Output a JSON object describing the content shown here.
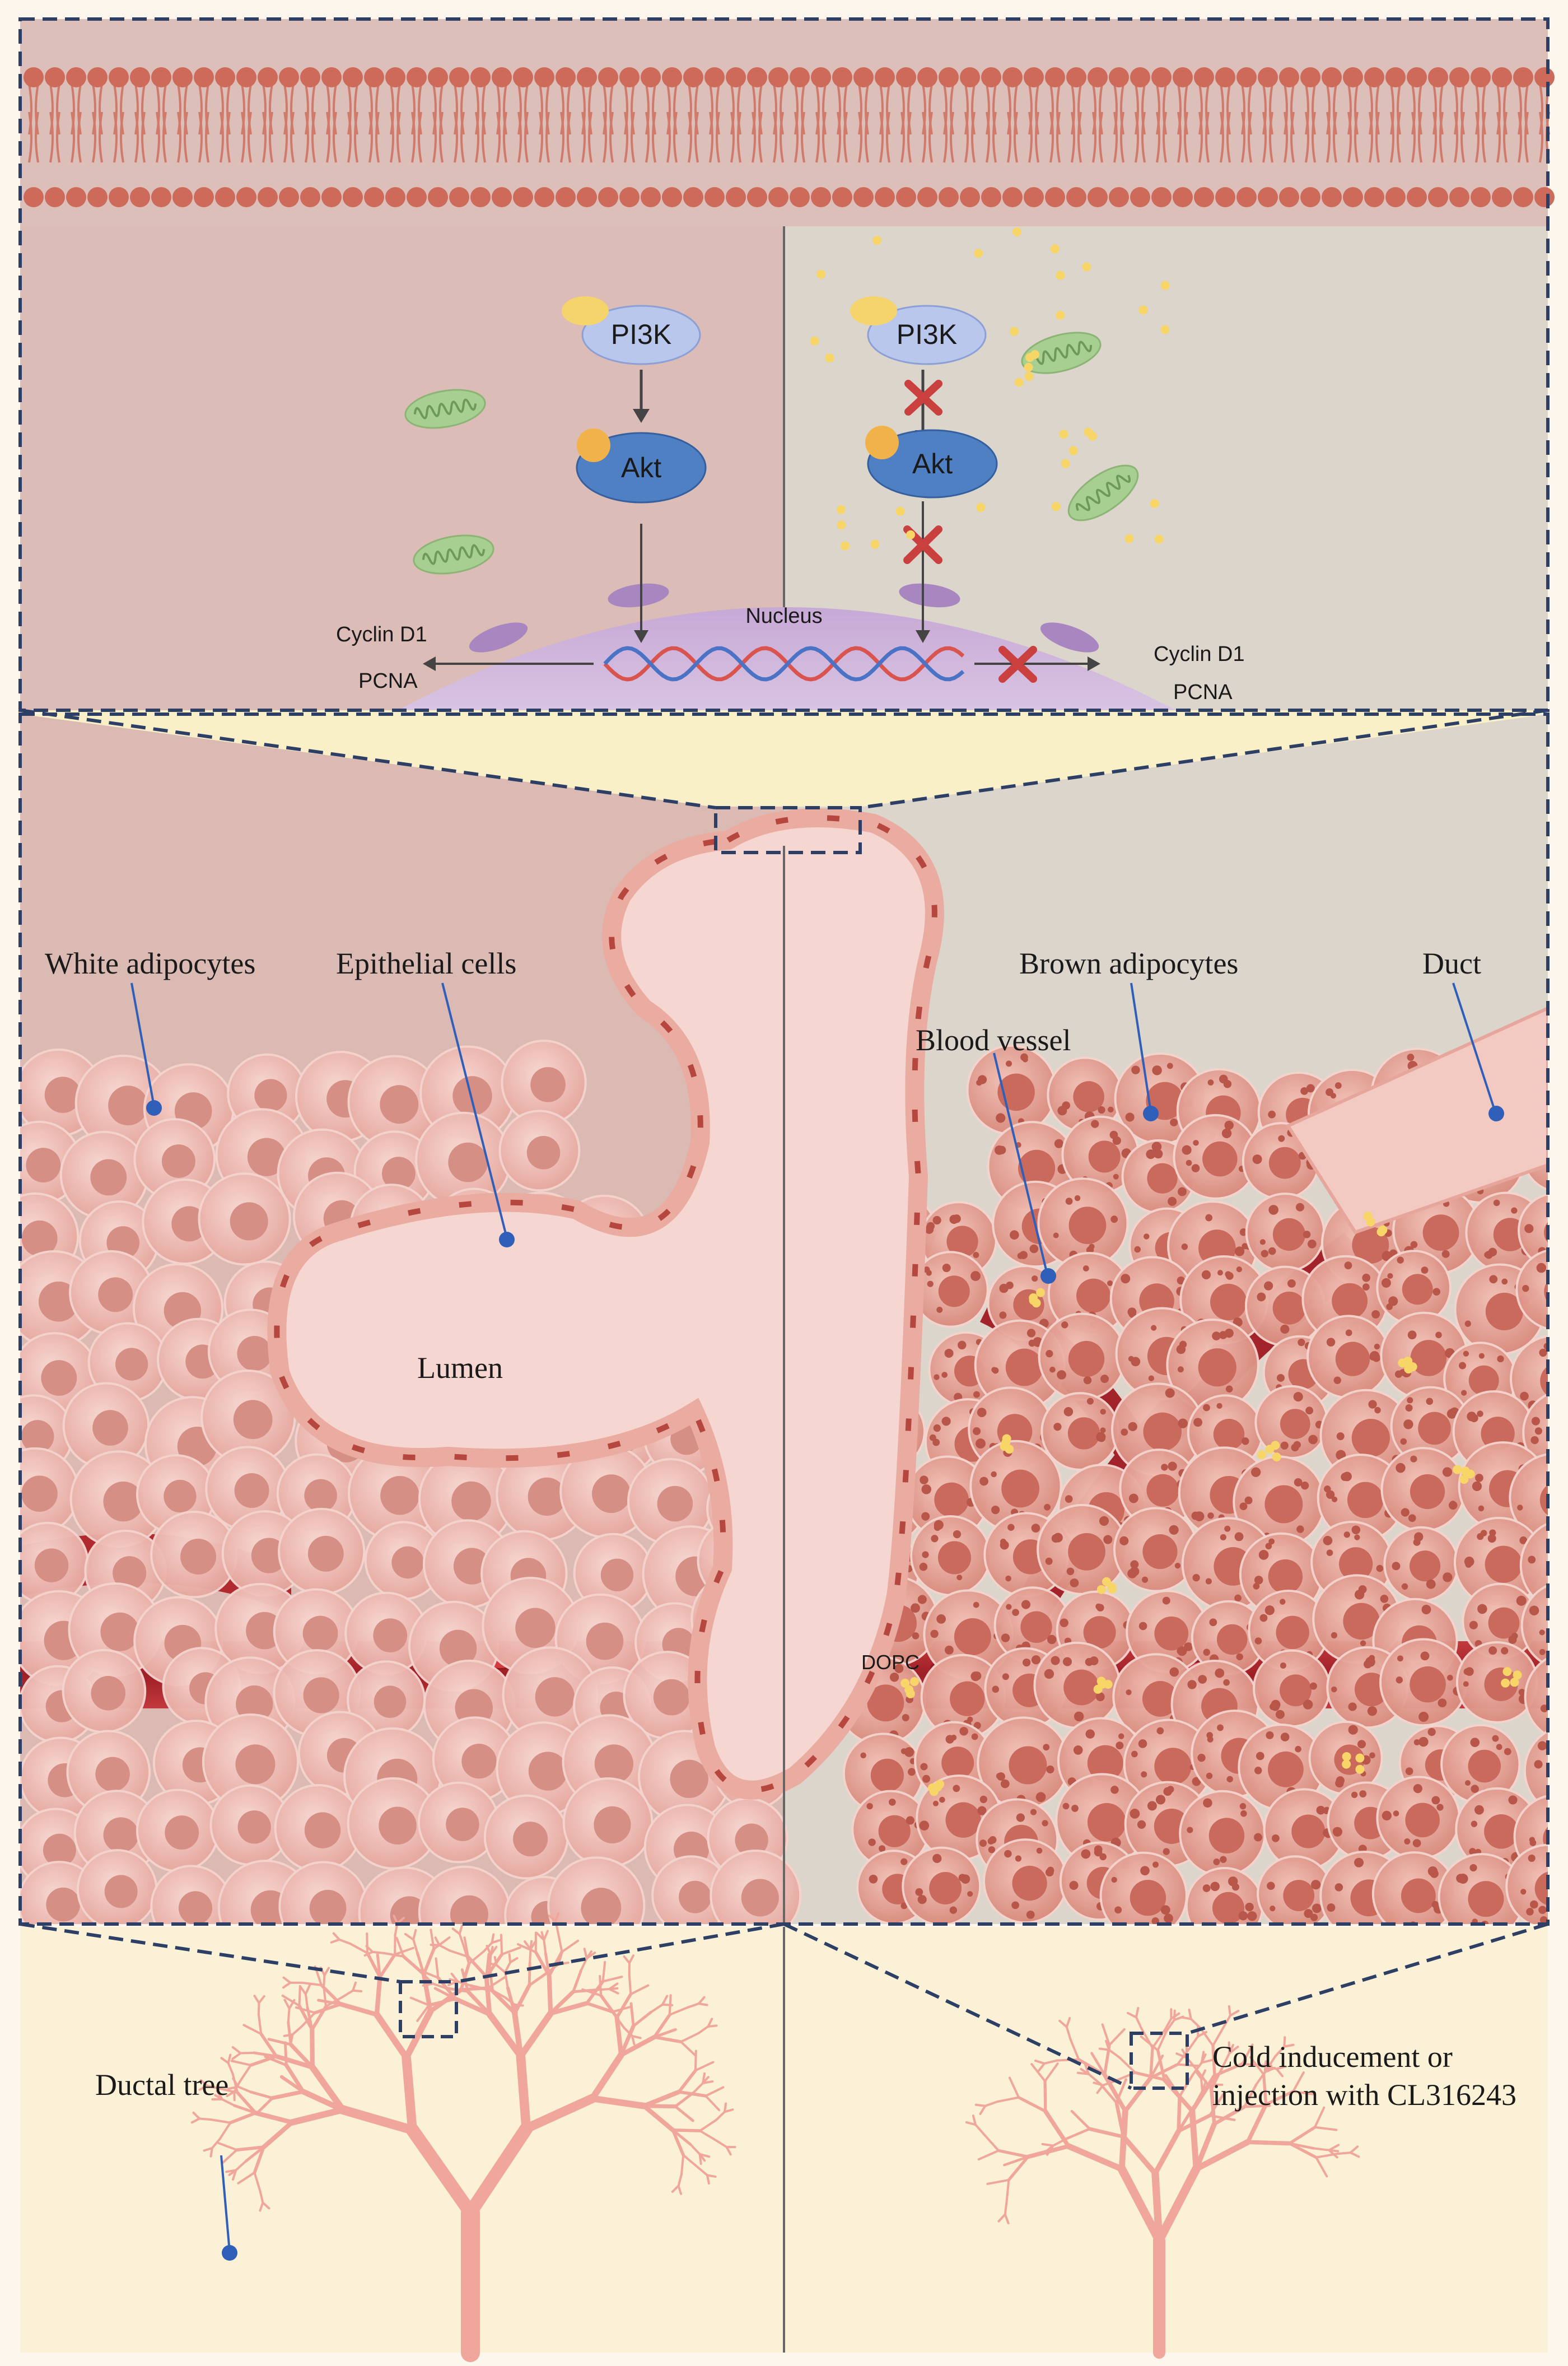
{
  "top_panel": {
    "left": {
      "pi3k": "PI3K",
      "akt": "Akt",
      "cyclin": "Cyclin D1",
      "pcna": "PCNA"
    },
    "right": {
      "pi3k": "PI3K",
      "akt": "Akt",
      "cyclin": "Cyclin D1",
      "pcna": "PCNA"
    },
    "nucleus": "Nucleus"
  },
  "middle_panel": {
    "white_adipocytes": "White adipocytes",
    "epithelial_cells": "Epithelial cells",
    "brown_adipocytes": "Brown adipocytes",
    "duct": "Duct",
    "blood_vessel": "Blood vessel",
    "lumen": "Lumen",
    "dopc": "DOPC"
  },
  "bottom_panel": {
    "ductal_tree": "Ductal tree",
    "treatment_line1": "Cold  inducement or",
    "treatment_line2": "injection with CL316243"
  },
  "colors": {
    "left_bg": "#dcbcb6",
    "right_bg": "#dcd5cc",
    "bottom_bg": "#fbf1d6",
    "membrane": "#cd6a5a",
    "pi3k": "#b9c7ec",
    "akt": "#4f80c4",
    "nucleus": "#cdb4da",
    "inhibit": "#c9403f",
    "frame_dash": "#2e3f66",
    "pointer": "#2f5fb8",
    "vessel": "#a4262b",
    "cell_fill": "#eeb9b1",
    "cell_nucleus": "#d57a6c",
    "ducttree": "#f0a69a",
    "dopc_dot": "#f7d566"
  },
  "icons": [
    "mitochondrion-icon",
    "inhibition-cross-icon",
    "dna-helix-icon",
    "phosphate-dot-icon"
  ]
}
